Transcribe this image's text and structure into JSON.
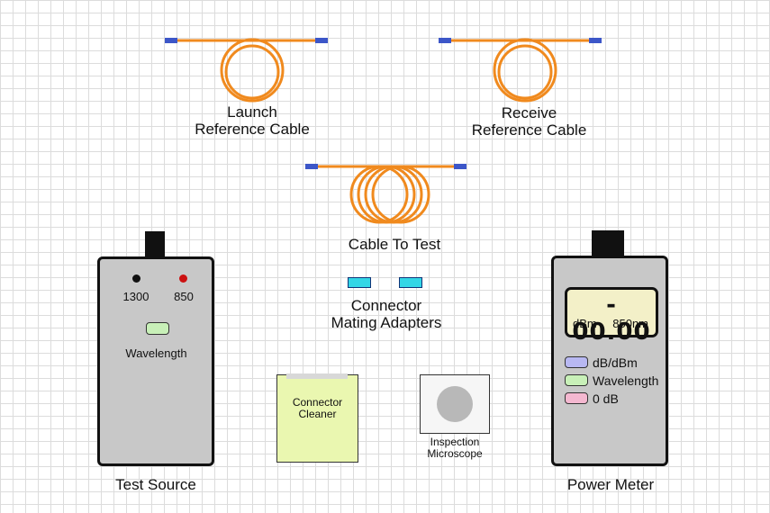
{
  "labels": {
    "launch_cable": [
      "Launch",
      "Reference Cable"
    ],
    "receive_cable": [
      "Receive",
      "Reference Cable"
    ],
    "cable_to_test": "Cable To Test",
    "adapters": [
      "Connector",
      "Mating Adapters"
    ],
    "cleaner": [
      "Connector",
      "Cleaner"
    ],
    "microscope": [
      "Inspection",
      "Microscope"
    ],
    "test_source": "Test Source",
    "power_meter": "Power Meter"
  },
  "test_source": {
    "wavelengths": [
      "1300",
      "850"
    ],
    "button_label": "Wavelength"
  },
  "power_meter": {
    "reading": "- 00.00",
    "unit": "dBm",
    "wavelength": "850nm",
    "buttons": [
      {
        "label": "dB/dBm",
        "color": "#b8b8f2"
      },
      {
        "label": "Wavelength",
        "color": "#c8f0b8"
      },
      {
        "label": "0 dB",
        "color": "#f4b8d0"
      }
    ]
  },
  "colors": {
    "fiber": "#f08a1e",
    "connector": "#3c56c8",
    "device_body": "#c8c8c8",
    "cleaner_body": "#eaf7b0",
    "adapter": "#33d6e6",
    "led_1300": "#111111",
    "led_850": "#cc1111"
  }
}
